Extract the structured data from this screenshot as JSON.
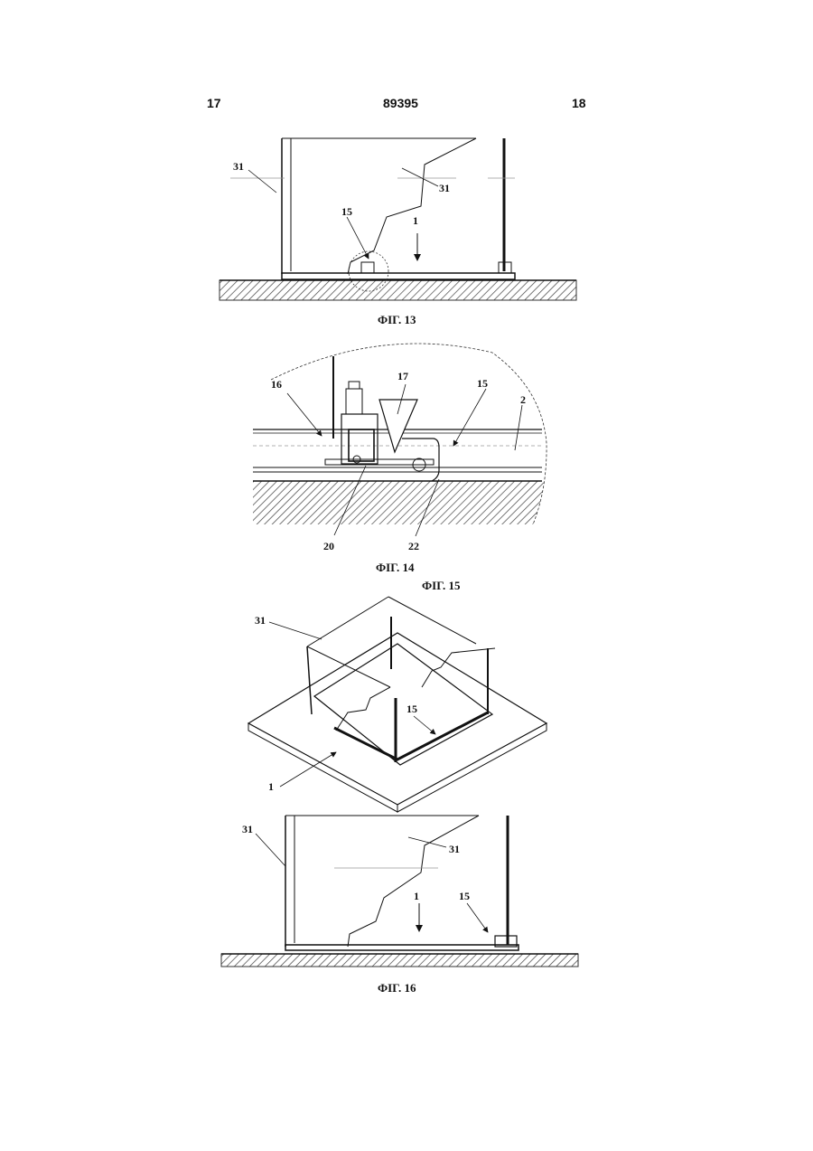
{
  "header": {
    "left_col": "17",
    "doc_number": "89395",
    "right_col": "18"
  },
  "fig13": {
    "caption": "ФІГ. 13",
    "labels": [
      "31",
      "31",
      "15",
      "1"
    ]
  },
  "fig14": {
    "caption": "ФІГ. 14",
    "labels": [
      "16",
      "17",
      "15",
      "2",
      "20",
      "22"
    ]
  },
  "fig15": {
    "caption": "ФІГ. 15",
    "labels": [
      "31",
      "15",
      "1"
    ]
  },
  "fig16": {
    "caption": "ФІГ. 16",
    "labels": [
      "31",
      "31",
      "1",
      "15"
    ]
  }
}
